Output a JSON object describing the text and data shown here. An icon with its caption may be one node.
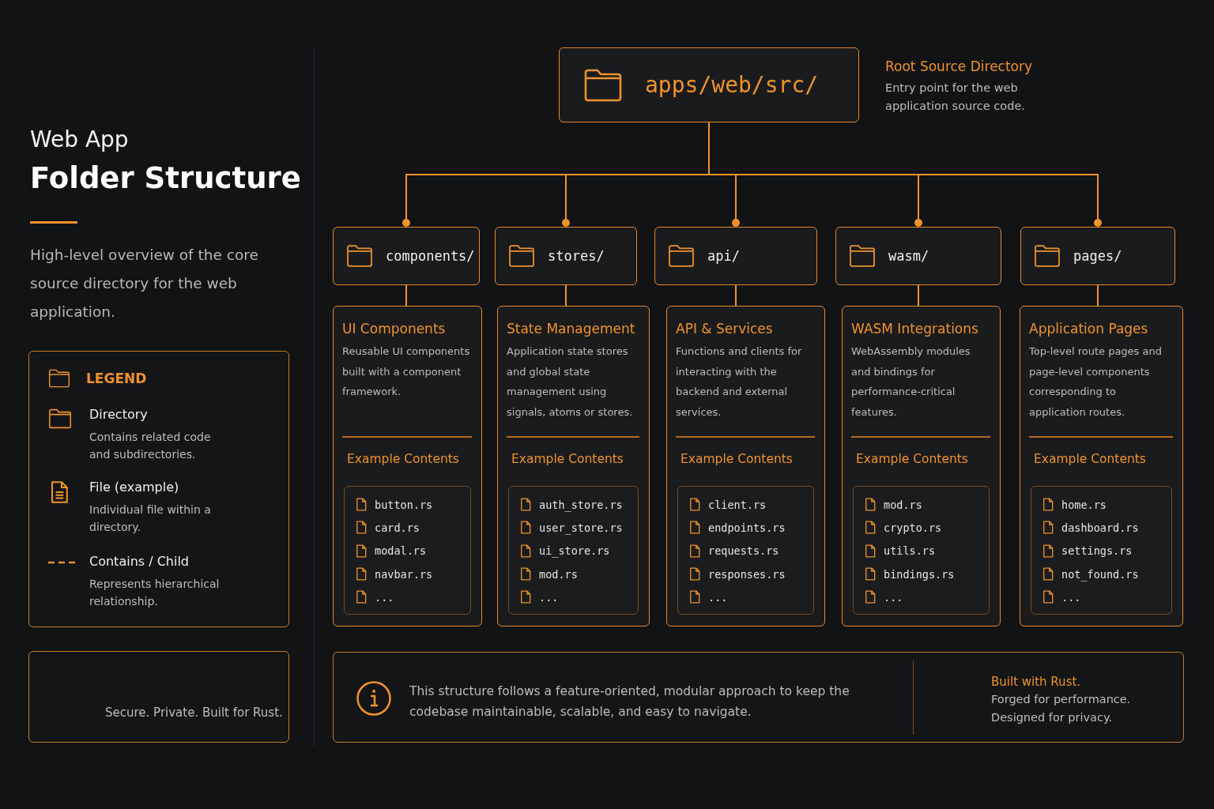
{
  "diagram": {
    "title": "Folder Structure",
    "nodes": [
      {
        "text": [
          "apps/web/src/"
        ],
        "beside": [
          "Root Source Directory",
          "Entry point for the web application source code."
        ]
      },
      {
        "text": [
          "components/"
        ]
      },
      {
        "text": [
          "stores/"
        ]
      },
      {
        "text": [
          "api/"
        ]
      },
      {
        "text": [
          "wasm/"
        ]
      },
      {
        "text": [
          "pages/"
        ]
      },
      {
        "text": [
          "UI Components",
          "Reusable UI components built with a component framework.",
          "Example Contents"
        ]
      },
      {
        "text": [
          "button.rs",
          "card.rs",
          "modal.rs",
          "navbar.rs",
          "..."
        ],
        "in": 6
      },
      {
        "text": [
          "State Management",
          "Application state stores and global state management using signals, atoms or stores.",
          "Example Contents"
        ]
      },
      {
        "text": [
          "auth_store.rs",
          "user_store.rs",
          "ui_store.rs",
          "mod.rs",
          "..."
        ],
        "in": 8
      },
      {
        "text": [
          "API & Services",
          "Functions and clients for interacting with the backend and external services.",
          "Example Contents"
        ]
      },
      {
        "text": [
          "client.rs",
          "endpoints.rs",
          "requests.rs",
          "responses.rs",
          "..."
        ],
        "in": 10
      },
      {
        "text": [
          "WASM Integrations",
          "WebAssembly modules and bindings for performance-critical features.",
          "Example Contents"
        ]
      },
      {
        "text": [
          "mod.rs",
          "crypto.rs",
          "utils.rs",
          "bindings.rs",
          "..."
        ],
        "in": 12
      },
      {
        "text": [
          "Application Pages",
          "Top-level route pages and page-level components corresponding to application routes.",
          "Example Contents"
        ]
      },
      {
        "text": [
          "home.rs",
          "dashboard.rs",
          "settings.rs",
          "not_found.rs",
          "..."
        ],
        "in": 14
      }
    ],
    "edges": [
      {
        "from": 0,
        "to": 1,
        "arrow": "other"
      },
      {
        "from": 0,
        "to": 2,
        "arrow": "other"
      },
      {
        "from": 0,
        "to": 3,
        "arrow": "other"
      },
      {
        "from": 0,
        "to": 4,
        "arrow": "other"
      },
      {
        "from": 0,
        "to": 5,
        "arrow": "other"
      },
      {
        "from": 1,
        "to": 6,
        "arrow": "none"
      },
      {
        "from": 2,
        "to": 8,
        "arrow": "none"
      },
      {
        "from": 3,
        "to": 10,
        "arrow": "none"
      },
      {
        "from": 4,
        "to": 12,
        "arrow": "none"
      },
      {
        "from": 5,
        "to": 14,
        "arrow": "none"
      }
    ],
    "labels": [
      "Web App",
      "High-level overview of the core source directory for the web application.",
      "LEGEND",
      "Contains related code and subdirectories.",
      "Individual file within a directory.",
      "Represents hierarchical relationship.",
      "Secure. Private. Built for Rust.",
      "This structure follows a feature-oriented, modular approach to keep the codebase maintainable, scalable, and easy to navigate.",
      "Built with Rust.",
      "Forged for performance.",
      "Designed for privacy."
    ],
    "legend": [
      {
        "text": "Directory"
      },
      {
        "text": "File (example)"
      },
      {
        "text": "Contains / Child"
      }
    ]
  }
}
